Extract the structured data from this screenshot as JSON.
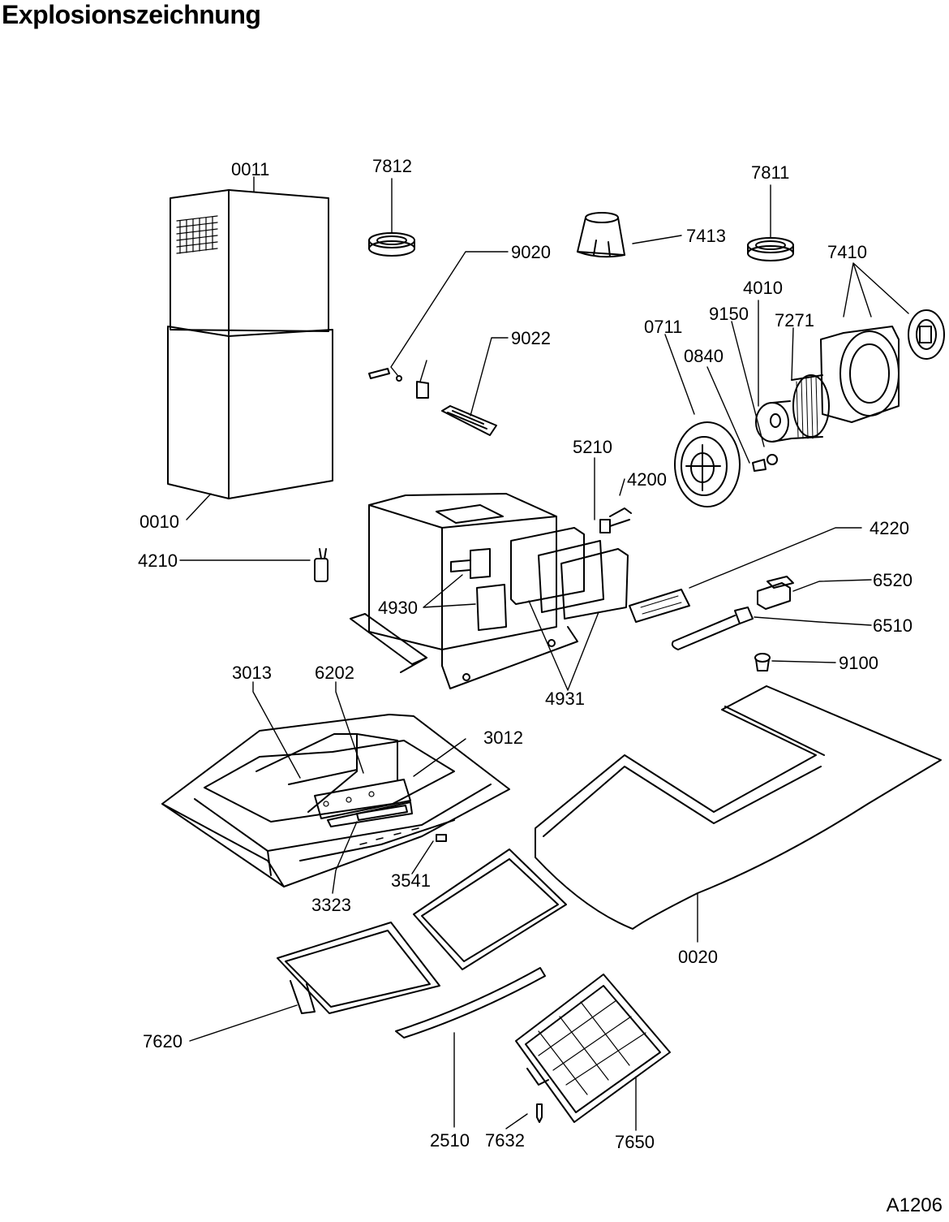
{
  "title": "Explosionszeichnung",
  "drawing_code": "A1206",
  "parts": {
    "p0011": "0011",
    "p7812": "7812",
    "p7811": "7811",
    "p7413": "7413",
    "p9020": "9020",
    "p7410": "7410",
    "p4010": "4010",
    "p9150": "9150",
    "p7271": "7271",
    "p0711": "0711",
    "p0840": "0840",
    "p9022": "9022",
    "p5210": "5210",
    "p4200": "4200",
    "p0010": "0010",
    "p4210": "4210",
    "p4220": "4220",
    "p6520": "6520",
    "p6510": "6510",
    "p4930": "4930",
    "p9100": "9100",
    "p3013": "3013",
    "p6202": "6202",
    "p4931": "4931",
    "p3012": "3012",
    "p3541": "3541",
    "p3323": "3323",
    "p0020": "0020",
    "p7620": "7620",
    "p2510": "2510",
    "p7632": "7632",
    "p7650": "7650"
  }
}
